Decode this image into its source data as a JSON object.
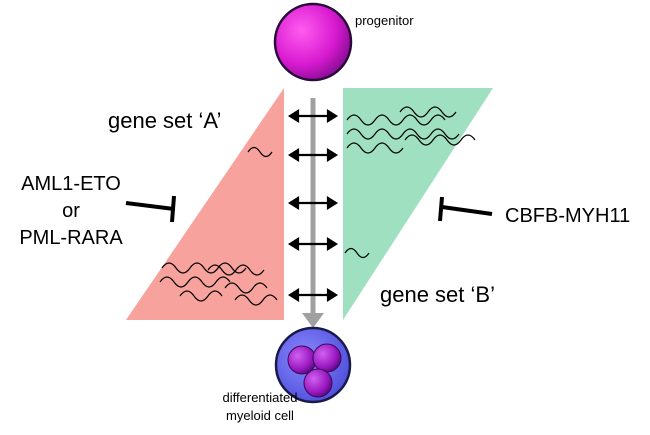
{
  "labels": {
    "progenitor": "progenitor",
    "gene_set_a": "gene set ‘A’",
    "gene_set_b": "gene set ‘B’",
    "aml1_eto": "AML1-ETO",
    "or": "or",
    "pml_rara": "PML-RARA",
    "cbfb_myh11": "CBFB-MYH11",
    "differentiated_line1": "differentiated",
    "differentiated_line2": "myeloid cell"
  },
  "colors": {
    "gene_set_a_fill": "#f7a29c",
    "gene_set_b_fill": "#9ee0bf",
    "progenitor_cell": "#e020d0",
    "differentiated_cell": "#6e6ef0",
    "nucleus": "#a020c8",
    "arrow_gray": "#a0a0a0"
  }
}
